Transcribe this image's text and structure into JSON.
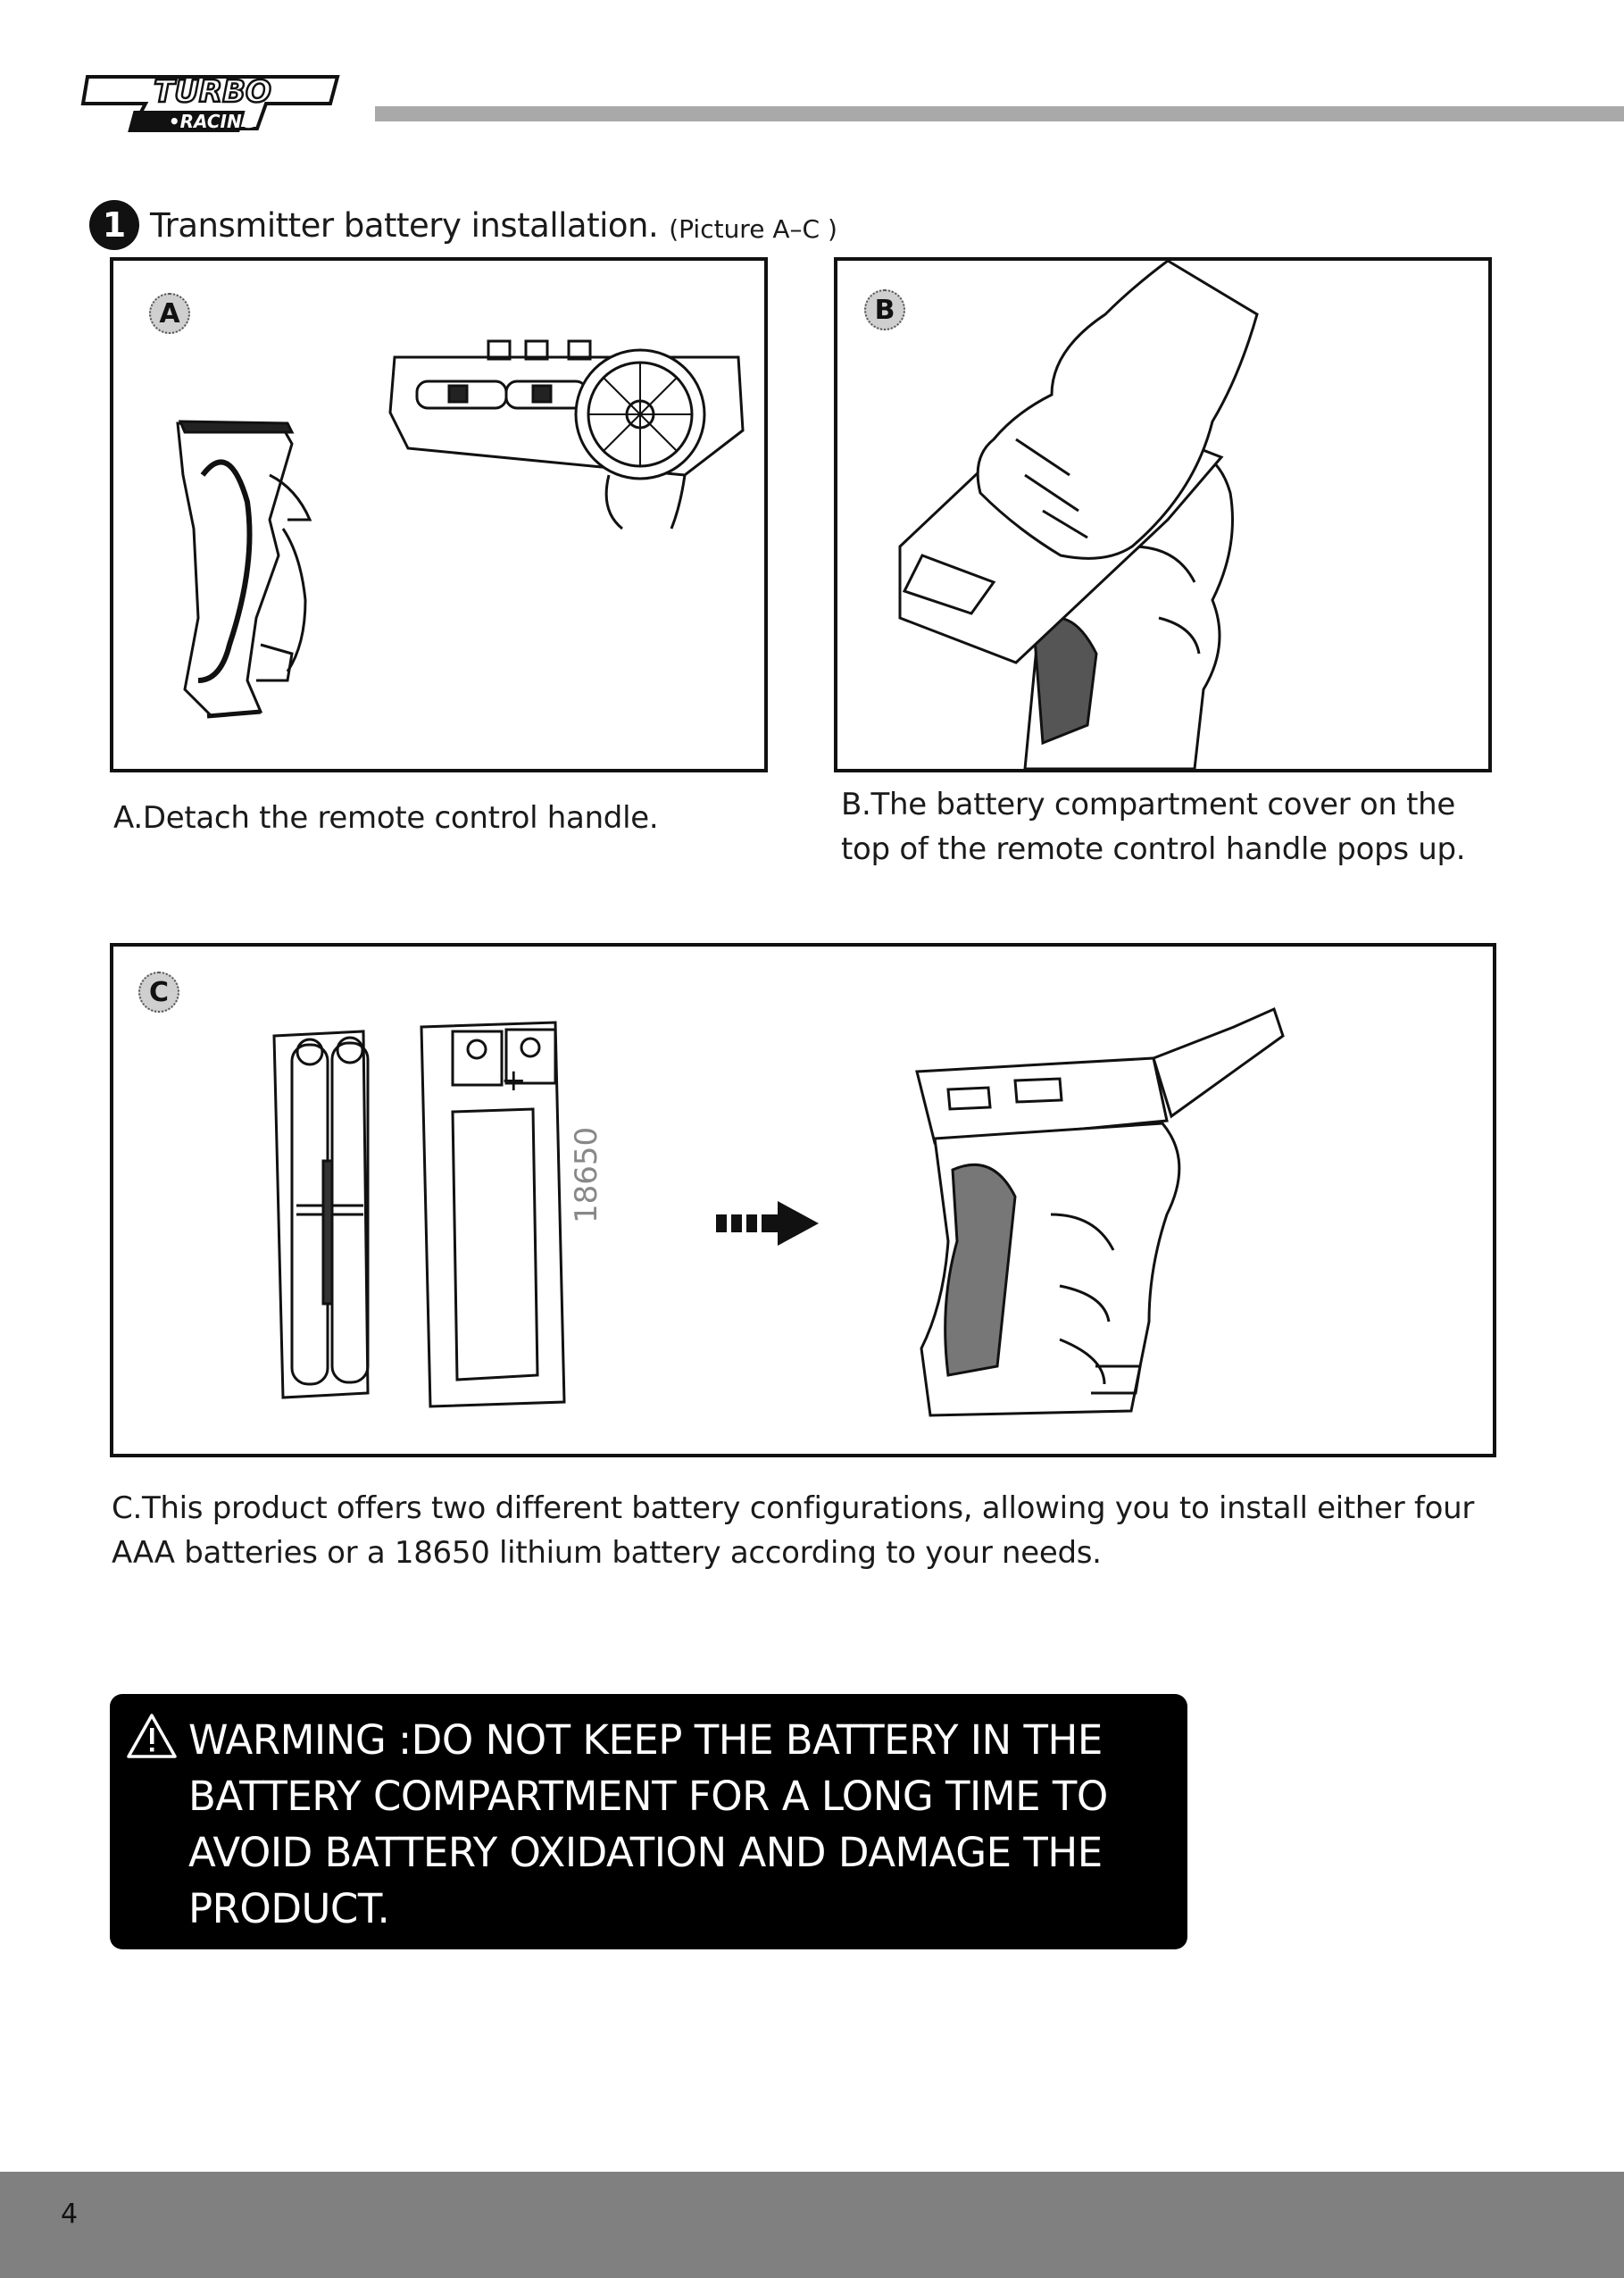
{
  "brand": {
    "logo_name": "TURBO",
    "logo_sub": "•RACING"
  },
  "section": {
    "step_number": "1",
    "title": "Transmitter battery installation.",
    "subtitle": "(Picture A–C )"
  },
  "panels": {
    "a": {
      "label": "A",
      "caption": "A.Detach the remote control handle."
    },
    "b": {
      "label": "B",
      "caption": "B.The battery compartment cover on the top of the remote control handle pops up."
    },
    "c": {
      "label": "C",
      "battery_marking": "18650",
      "plus_sign": "+",
      "caption": "C.This product offers two different battery configurations, allowing you to install either four AAA batteries or a 18650 lithium battery according to your needs."
    }
  },
  "warning": {
    "icon": "warning-triangle-icon",
    "text": "WARMING :DO NOT KEEP THE BATTERY IN THE\nBATTERY COMPARTMENT FOR A LONG TIME TO\nAVOID BATTERY OXIDATION AND DAMAGE THE\nPRODUCT."
  },
  "footer": {
    "page_number": "4"
  },
  "colors": {
    "rule": "#a9a9a9",
    "footer": "#808080",
    "warning_bg": "#000000",
    "badge": "#cfcfcf"
  }
}
